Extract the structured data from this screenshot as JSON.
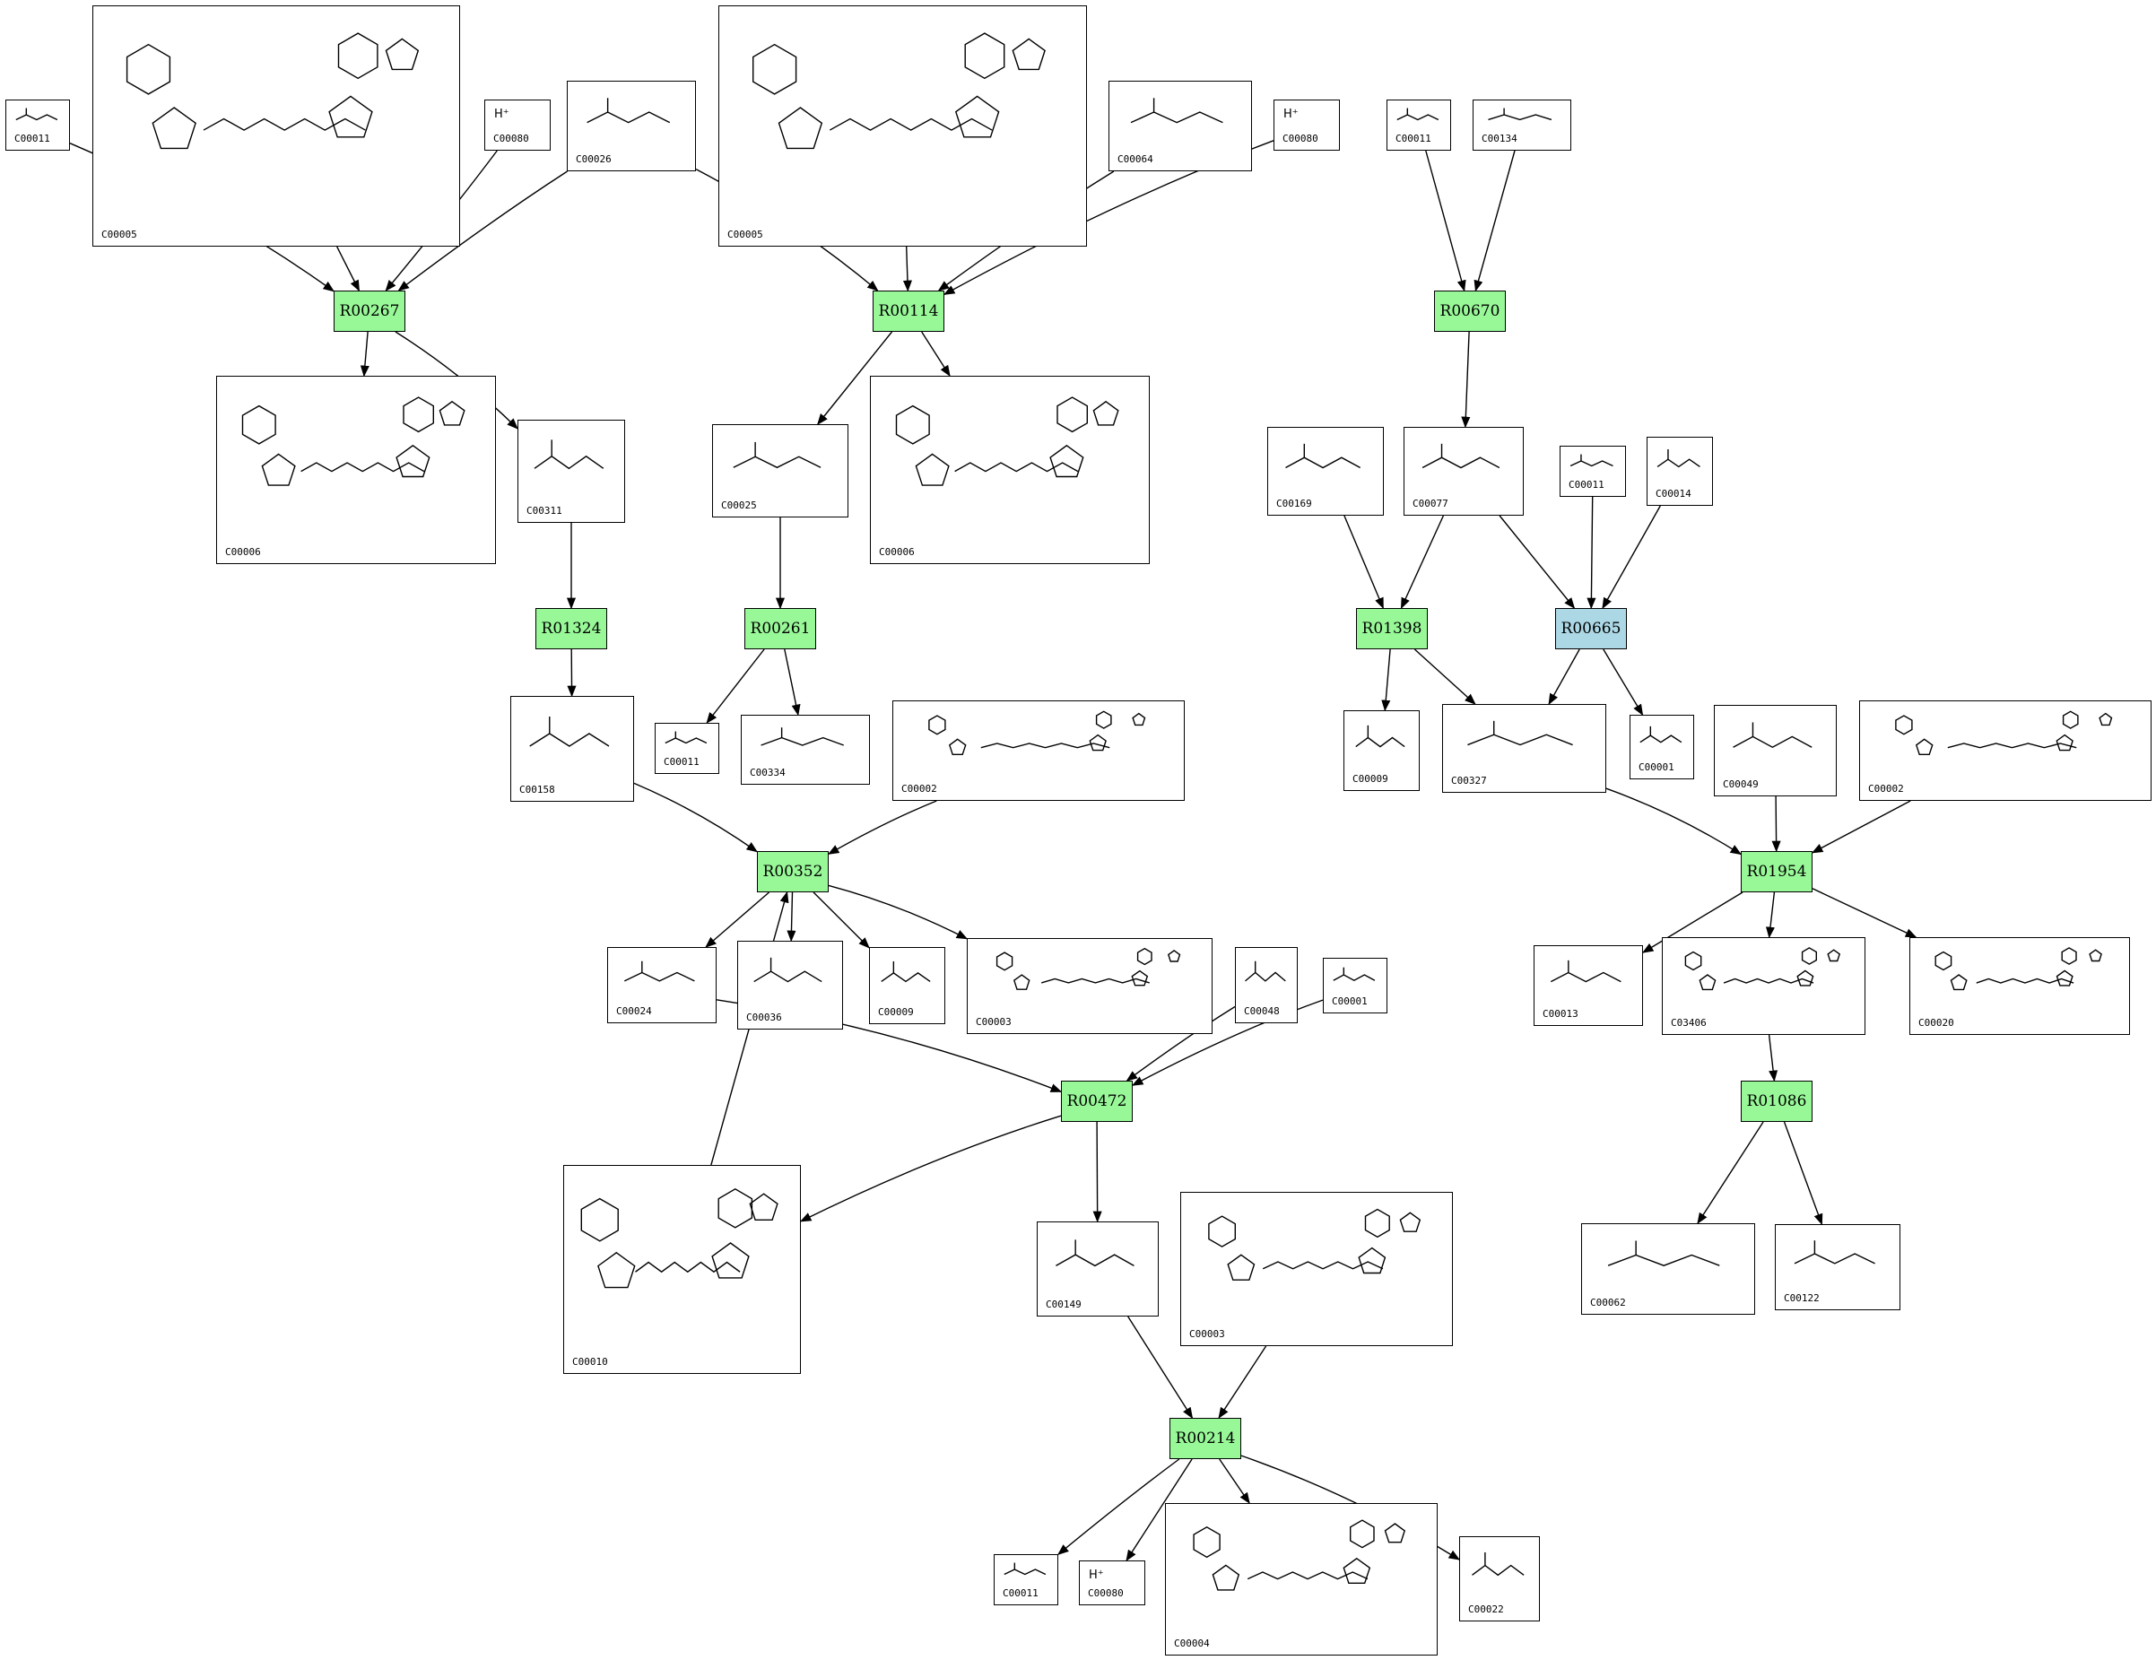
{
  "colors": {
    "reaction_default": "#98f898",
    "reaction_highlight": "#acd8e6",
    "edge": "#000000",
    "box_border": "#000000"
  },
  "reactions": [
    {
      "id": "R00267",
      "style": "default"
    },
    {
      "id": "R00114",
      "style": "default"
    },
    {
      "id": "R00670",
      "style": "default"
    },
    {
      "id": "R01324",
      "style": "default"
    },
    {
      "id": "R00261",
      "style": "default"
    },
    {
      "id": "R01398",
      "style": "default"
    },
    {
      "id": "R00665",
      "style": "highlight"
    },
    {
      "id": "R00352",
      "style": "default"
    },
    {
      "id": "R01954",
      "style": "default"
    },
    {
      "id": "R00472",
      "style": "default"
    },
    {
      "id": "R01086",
      "style": "default"
    },
    {
      "id": "R00214",
      "style": "default"
    }
  ],
  "compounds": [
    {
      "key": "c00011_a",
      "id": "C00011",
      "formula": ""
    },
    {
      "key": "c00005_a",
      "id": "C00005",
      "formula": ""
    },
    {
      "key": "c00080_a",
      "id": "C00080",
      "formula": "H⁺"
    },
    {
      "key": "c00026",
      "id": "C00026",
      "formula": ""
    },
    {
      "key": "c00005_b",
      "id": "C00005",
      "formula": ""
    },
    {
      "key": "c00064",
      "id": "C00064",
      "formula": ""
    },
    {
      "key": "c00080_b",
      "id": "C00080",
      "formula": "H⁺"
    },
    {
      "key": "c00011_b",
      "id": "C00011",
      "formula": ""
    },
    {
      "key": "c00134",
      "id": "C00134",
      "formula": ""
    },
    {
      "key": "c00006_a",
      "id": "C00006",
      "formula": ""
    },
    {
      "key": "c00311",
      "id": "C00311",
      "formula": ""
    },
    {
      "key": "c00025",
      "id": "C00025",
      "formula": ""
    },
    {
      "key": "c00006_b",
      "id": "C00006",
      "formula": ""
    },
    {
      "key": "c00169",
      "id": "C00169",
      "formula": ""
    },
    {
      "key": "c00077",
      "id": "C00077",
      "formula": ""
    },
    {
      "key": "c00011_c",
      "id": "C00011",
      "formula": ""
    },
    {
      "key": "c00014",
      "id": "C00014",
      "formula": ""
    },
    {
      "key": "c00158",
      "id": "C00158",
      "formula": ""
    },
    {
      "key": "c00011_d",
      "id": "C00011",
      "formula": ""
    },
    {
      "key": "c00334",
      "id": "C00334",
      "formula": ""
    },
    {
      "key": "c00002_a",
      "id": "C00002",
      "formula": ""
    },
    {
      "key": "c00009_a",
      "id": "C00009",
      "formula": ""
    },
    {
      "key": "c00327",
      "id": "C00327",
      "formula": ""
    },
    {
      "key": "c00001_a",
      "id": "C00001",
      "formula": ""
    },
    {
      "key": "c00049",
      "id": "C00049",
      "formula": ""
    },
    {
      "key": "c00002_b",
      "id": "C00002",
      "formula": ""
    },
    {
      "key": "c00024",
      "id": "C00024",
      "formula": ""
    },
    {
      "key": "c00036",
      "id": "C00036",
      "formula": ""
    },
    {
      "key": "c00009_b",
      "id": "C00009",
      "formula": ""
    },
    {
      "key": "c00003_a",
      "id": "C00003",
      "formula": ""
    },
    {
      "key": "c00048",
      "id": "C00048",
      "formula": ""
    },
    {
      "key": "c00001_b",
      "id": "C00001",
      "formula": ""
    },
    {
      "key": "c00013",
      "id": "C00013",
      "formula": ""
    },
    {
      "key": "c03406",
      "id": "C03406",
      "formula": ""
    },
    {
      "key": "c00020",
      "id": "C00020",
      "formula": ""
    },
    {
      "key": "c00010",
      "id": "C00010",
      "formula": ""
    },
    {
      "key": "c00149",
      "id": "C00149",
      "formula": ""
    },
    {
      "key": "c00003_b",
      "id": "C00003",
      "formula": ""
    },
    {
      "key": "c00062",
      "id": "C00062",
      "formula": ""
    },
    {
      "key": "c00122",
      "id": "C00122",
      "formula": ""
    },
    {
      "key": "c00011_e",
      "id": "C00011",
      "formula": ""
    },
    {
      "key": "c00080_c",
      "id": "C00080",
      "formula": "H⁺"
    },
    {
      "key": "c00004",
      "id": "C00004",
      "formula": ""
    },
    {
      "key": "c00022",
      "id": "C00022",
      "formula": ""
    }
  ],
  "edges": [
    [
      "c00011_a",
      "R00267"
    ],
    [
      "c00005_a",
      "R00267"
    ],
    [
      "c00080_a",
      "R00267"
    ],
    [
      "c00026",
      "R00267"
    ],
    [
      "R00267",
      "c00006_a"
    ],
    [
      "R00267",
      "c00311"
    ],
    [
      "c00026",
      "R00114"
    ],
    [
      "c00005_b",
      "R00114"
    ],
    [
      "c00064",
      "R00114"
    ],
    [
      "c00080_b",
      "R00114"
    ],
    [
      "R00114",
      "c00025"
    ],
    [
      "R00114",
      "c00006_b"
    ],
    [
      "c00011_b",
      "R00670"
    ],
    [
      "c00134",
      "R00670"
    ],
    [
      "R00670",
      "c00077"
    ],
    [
      "c00311",
      "R01324"
    ],
    [
      "R01324",
      "c00158"
    ],
    [
      "c00025",
      "R00261"
    ],
    [
      "R00261",
      "c00011_d"
    ],
    [
      "R00261",
      "c00334"
    ],
    [
      "c00169",
      "R01398"
    ],
    [
      "c00077",
      "R01398"
    ],
    [
      "R01398",
      "c00009_a"
    ],
    [
      "R01398",
      "c00327"
    ],
    [
      "c00077",
      "R00665"
    ],
    [
      "c00011_c",
      "R00665"
    ],
    [
      "c00014",
      "R00665"
    ],
    [
      "R00665",
      "c00327"
    ],
    [
      "R00665",
      "c00001_a"
    ],
    [
      "c00158",
      "R00352"
    ],
    [
      "c00002_a",
      "R00352"
    ],
    [
      "c00010",
      "R00352"
    ],
    [
      "R00352",
      "c00024"
    ],
    [
      "R00352",
      "c00036"
    ],
    [
      "R00352",
      "c00009_b"
    ],
    [
      "R00352",
      "c00003_a"
    ],
    [
      "c00327",
      "R01954"
    ],
    [
      "c00049",
      "R01954"
    ],
    [
      "c00002_b",
      "R01954"
    ],
    [
      "R01954",
      "c00013"
    ],
    [
      "R01954",
      "c03406"
    ],
    [
      "R01954",
      "c00020"
    ],
    [
      "c00024",
      "R00472"
    ],
    [
      "c00048",
      "R00472"
    ],
    [
      "c00001_b",
      "R00472"
    ],
    [
      "R00472",
      "c00010"
    ],
    [
      "R00472",
      "c00149"
    ],
    [
      "c03406",
      "R01086"
    ],
    [
      "R01086",
      "c00062"
    ],
    [
      "R01086",
      "c00122"
    ],
    [
      "c00149",
      "R00214"
    ],
    [
      "c00003_b",
      "R00214"
    ],
    [
      "R00214",
      "c00011_e"
    ],
    [
      "R00214",
      "c00080_c"
    ],
    [
      "R00214",
      "c00004"
    ],
    [
      "R00214",
      "c00022"
    ]
  ]
}
